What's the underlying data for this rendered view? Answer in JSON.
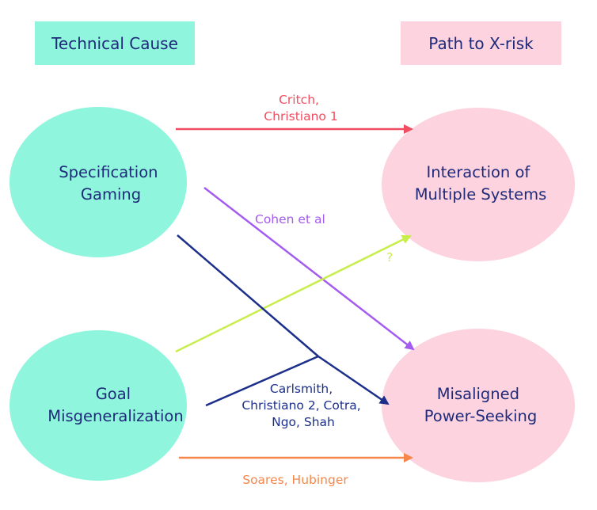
{
  "headers": {
    "left": "Technical Cause",
    "right": "Path to X-risk"
  },
  "nodes": {
    "spec_gaming": [
      "Specification",
      "Gaming"
    ],
    "goal_misgen": [
      "Goal",
      "Misgeneralization"
    ],
    "interaction": [
      "Interaction of",
      "Multiple Systems"
    ],
    "power_seeking": [
      "Misaligned",
      "Power-Seeking"
    ]
  },
  "edges": {
    "critch": [
      "Critch,",
      "Christiano 1"
    ],
    "cohen": [
      "Cohen et al"
    ],
    "question": [
      "?"
    ],
    "carlsmith": [
      "Carlsmith,",
      "Christiano 2, Cotra,",
      "Ngo, Shah"
    ],
    "soares": [
      "Soares, Hubinger"
    ]
  },
  "colors": {
    "cause_fill": "#8ff5dc",
    "risk_fill": "#fcd3df",
    "text_navy": "#1f2a7a",
    "critch": "#f04e60",
    "cohen": "#a45cf0",
    "question": "#c8ee4d",
    "carlsmith": "#1c2f8a",
    "soares": "#f6874a"
  }
}
